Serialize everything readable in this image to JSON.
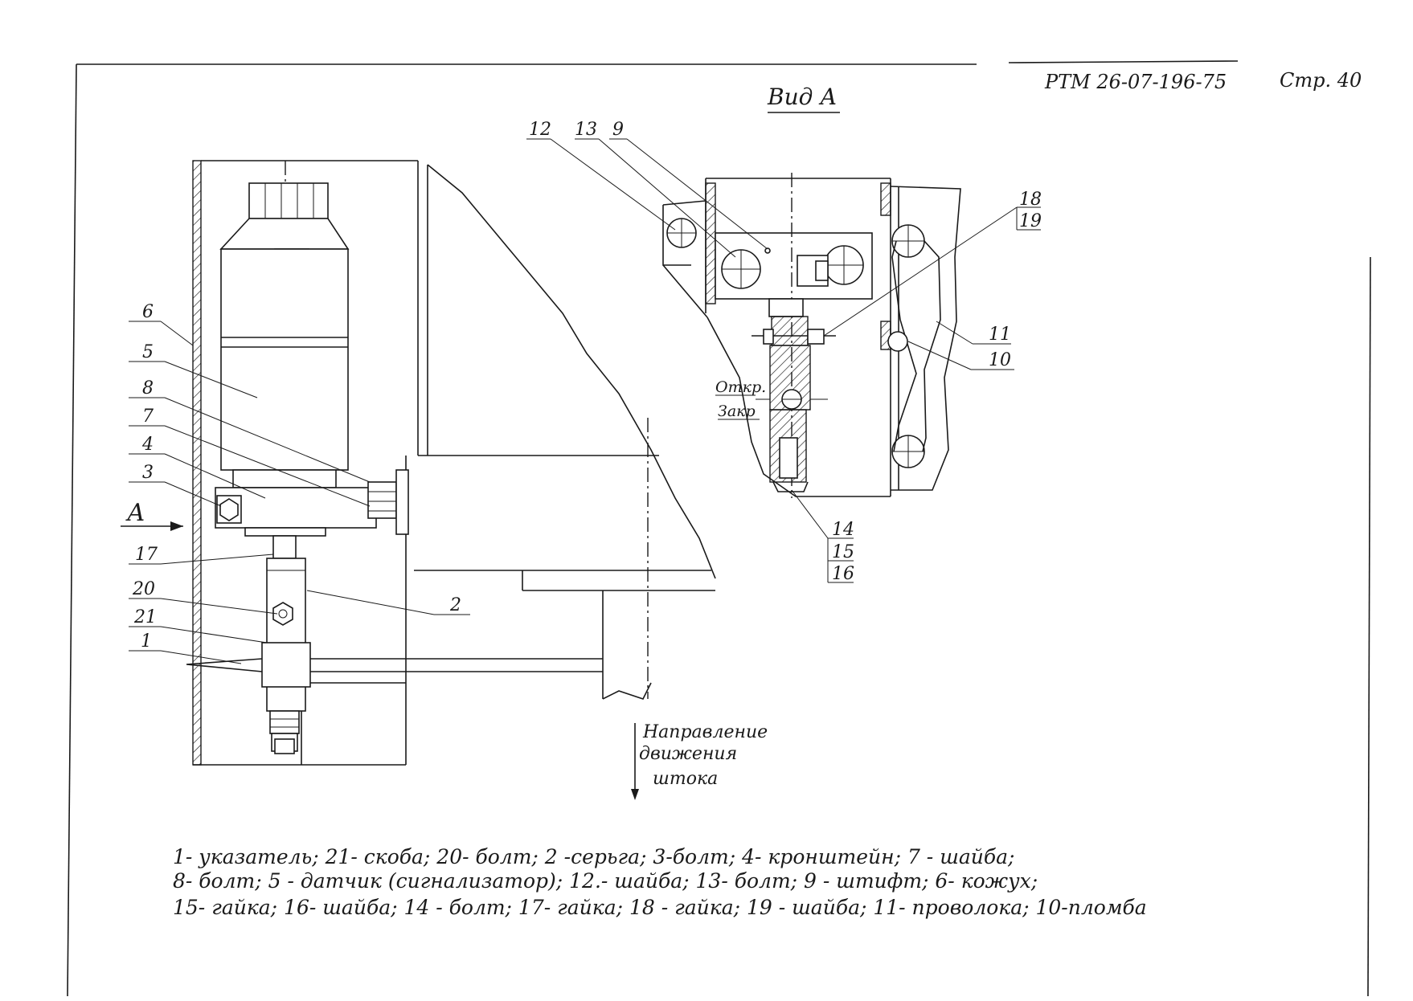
{
  "header": {
    "doc_code": "РТМ 26-07-196-75",
    "page": "Стр. 40"
  },
  "view_title": "Вид А",
  "arrow_label": "А",
  "direction_note": {
    "line1": "Направление",
    "line2": "движения",
    "line3": "штока"
  },
  "view_labels": {
    "open": "Откр.",
    "closed": "Закр"
  },
  "callouts": {
    "c1": "1",
    "c2": "2",
    "c3": "3",
    "c4": "4",
    "c5": "5",
    "c6": "6",
    "c7": "7",
    "c8": "8",
    "c9": "9",
    "c10": "10",
    "c11": "11",
    "c12": "12",
    "c13": "13",
    "c14": "14",
    "c15": "15",
    "c16": "16",
    "c17": "17",
    "c18": "18",
    "c19": "19",
    "c20": "20",
    "c21": "21"
  },
  "legend": {
    "line1": "1- указатель; 21- скоба; 20- болт; 2 -серьга; 3-болт; 4- кронштейн; 7 - шайба;",
    "line2": "8- болт; 5 - датчик (сигнализатор); 12.- шайба; 13- болт; 9 - штифт; 6- кожух;",
    "line3": "15- гайка; 16- шайба; 14 - болт; 17- гайка; 18 - гайка; 19 - шайба; 11- проволока; 10-пломба"
  }
}
